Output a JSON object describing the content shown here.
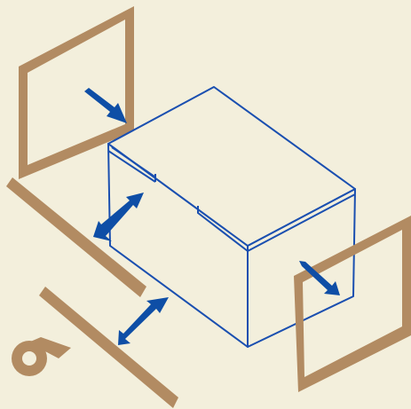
{
  "colors": {
    "background": "#f3efdc",
    "tape": "#b28b62",
    "tape_core": "#f3efdc",
    "box_outline": "#1a4fb0",
    "box_fill": "#f3efdc",
    "arrow": "#0e4ea6"
  },
  "diagram": {
    "subject": "box-packing-with-tape-strips",
    "components": [
      "cardboard-box",
      "tape-frame-left",
      "tape-frame-right",
      "tape-strip-upper",
      "tape-strip-lower",
      "tape-roll",
      "application-arrows"
    ],
    "arrow_count": 4,
    "text_labels": []
  }
}
